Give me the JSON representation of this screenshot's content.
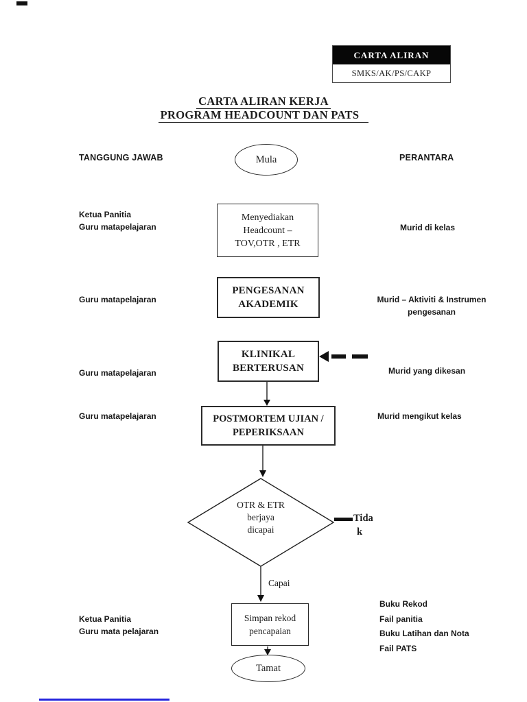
{
  "stamp": {
    "title": "CARTA ALIRAN",
    "code": "SMKS/AK/PS/CAKP"
  },
  "title": {
    "line1": "CARTA ALIRAN KERJA",
    "line2": "PROGRAM HEADCOUNT DAN PATS"
  },
  "columns": {
    "left": "TANGGUNG JAWAB",
    "right": "PERANTARA"
  },
  "flow": {
    "start": "Mula",
    "box1": {
      "line1": "Menyediakan",
      "line2": "Headcount –",
      "line3": "TOV,OTR , ETR"
    },
    "box2": {
      "line1": "PENGESANAN",
      "line2": "AKADEMIK"
    },
    "box3": {
      "line1": "KLINIKAL",
      "line2": "BERTERUSAN"
    },
    "box4": {
      "line1": "POSTMORTEM UJIAN /",
      "line2": "PEPERIKSAAN"
    },
    "decision": {
      "line1": "OTR & ETR",
      "line2": "berjaya",
      "line3": "dicapai",
      "no_line1": "Tida",
      "no_line2": "k",
      "yes": "Capai"
    },
    "box5": {
      "line1": "Simpan rekod",
      "line2": "pencapaian"
    },
    "end": "Tamat"
  },
  "responsibilities": {
    "r1": {
      "line1": "Ketua Panitia",
      "line2": "Guru matapelajaran"
    },
    "r2": "Guru matapelajaran",
    "r3": "Guru matapelajaran",
    "r4": "Guru matapelajaran",
    "r5": {
      "line1": "Ketua Panitia",
      "line2": "Guru mata pelajaran"
    }
  },
  "mediators": {
    "m1": "Murid di kelas",
    "m2": {
      "line1": "Murid – Aktiviti & Instrumen",
      "line2": "pengesanan"
    },
    "m3": "Murid yang dikesan",
    "m4": "Murid mengikut kelas",
    "m5": {
      "line1": "Buku Rekod",
      "line2": "Fail panitia",
      "line3": "Buku Latihan dan Nota",
      "line4": "Fail PATS"
    }
  },
  "colors": {
    "ink": "#1c1c1c",
    "border": "#2a2a2a",
    "stamp_bg": "#070707",
    "stamp_text": "#ffffff",
    "artifact_blue": "#2323dd",
    "page_bg": "#ffffff"
  }
}
